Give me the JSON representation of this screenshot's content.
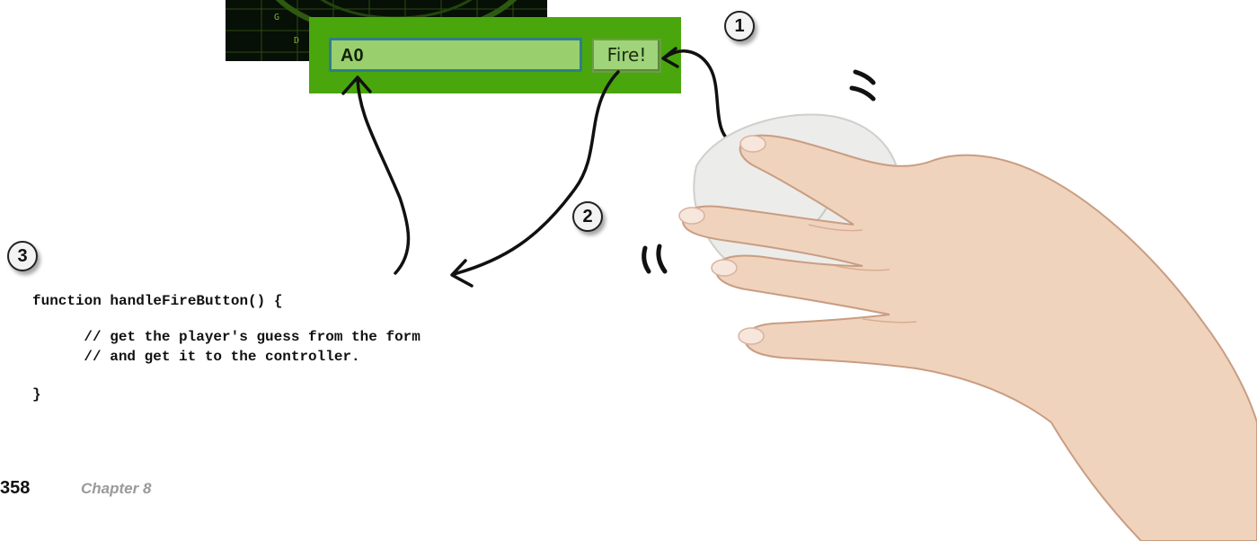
{
  "board": {
    "row_labels": [
      "G",
      "D"
    ]
  },
  "form": {
    "guess_value": "A0",
    "fire_label": "Fire!"
  },
  "markers": {
    "m1": "1",
    "m2": "2",
    "m3": "3"
  },
  "code": {
    "line1": "function handleFireButton() {",
    "line2": "    // get the player's guess from the form",
    "line3": "    // and get it to the controller.",
    "line4": "}"
  },
  "footer": {
    "page_number": "358",
    "chapter": "Chapter 8"
  },
  "colors": {
    "panel": "#4aa60d",
    "input": "#9acf6e",
    "button": "#9fd47a",
    "board": "#061006"
  },
  "icons": [
    "hand-mouse-illustration",
    "curved-arrow",
    "click-sound-marks"
  ]
}
